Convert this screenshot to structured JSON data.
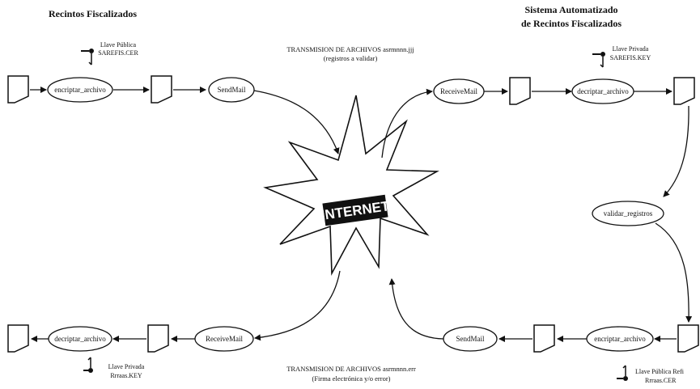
{
  "titles": {
    "left": "Recintos Fiscalizados",
    "right_line1": "Sistema Automatizado",
    "right_line2": "de Recintos Fiscalizados"
  },
  "keys": {
    "top_left_line1": "Llave Pública",
    "top_left_line2": "SAREFIS.CER",
    "top_right_line1": "Llave Privada",
    "top_right_line2": "SAREFIS.KEY",
    "bottom_left_line1": "Llave Privada",
    "bottom_left_line2": "Rrraas.KEY",
    "bottom_right_line1": "Llave Pública Refi",
    "bottom_right_line2": "Rrraas.CER"
  },
  "nodes": {
    "encrypt_top": "encriptar_archivo",
    "sendmail_top": "SendMail",
    "receivemail_top": "ReceiveMail",
    "decrypt_top": "decriptar_archivo",
    "validate": "validar_registros",
    "encrypt_bottom": "encriptar_archivo",
    "sendmail_bottom": "SendMail",
    "receivemail_bottom": "ReceiveMail",
    "decrypt_bottom": "decriptar_archivo"
  },
  "transmissions": {
    "top_line1": "TRANSMISION DE ARCHIVOS asrmnnn.jjj",
    "top_line2": "(registros a validar)",
    "bottom_line1": "TRANSMISION DE ARCHIVOS asrmnnn.err",
    "bottom_line2": "(Firma electrónica y/o error)"
  },
  "internet_label": "INTERNET",
  "icons": [
    "document-icon",
    "key-icon",
    "internet-burst-icon"
  ]
}
